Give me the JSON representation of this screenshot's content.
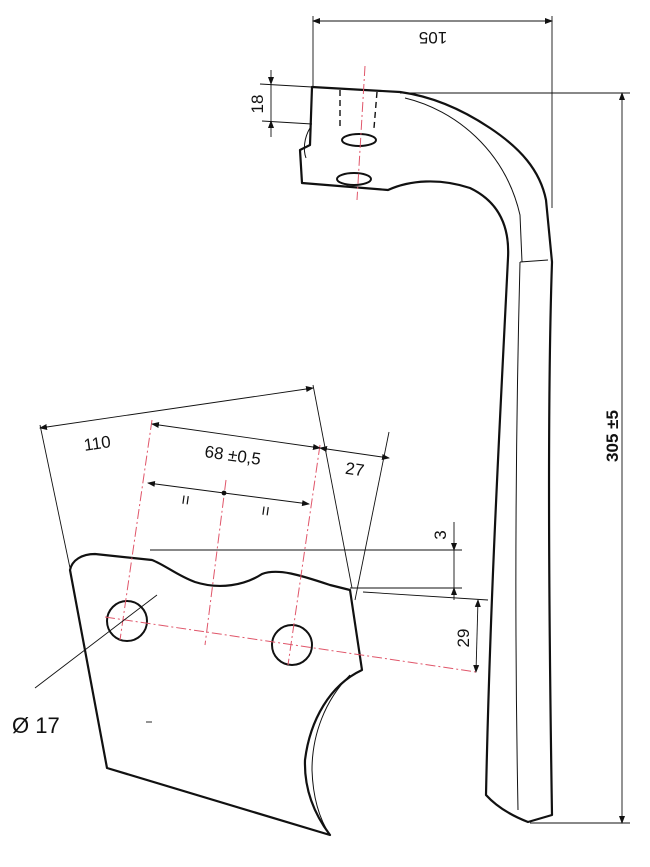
{
  "dimensions": {
    "top_width": "105",
    "top_thickness": "18",
    "total_length": "305 ±5",
    "face_width": "110",
    "hole_spacing": "68 ±0,5",
    "edge_offset": "27",
    "equal_left": "=",
    "equal_right": "=",
    "recess_depth": "3",
    "hole_offset": "29",
    "hole_diameter": "Ø 17"
  },
  "colors": {
    "outline": "#111111",
    "centerline": "#e0566a",
    "background": "#ffffff"
  }
}
